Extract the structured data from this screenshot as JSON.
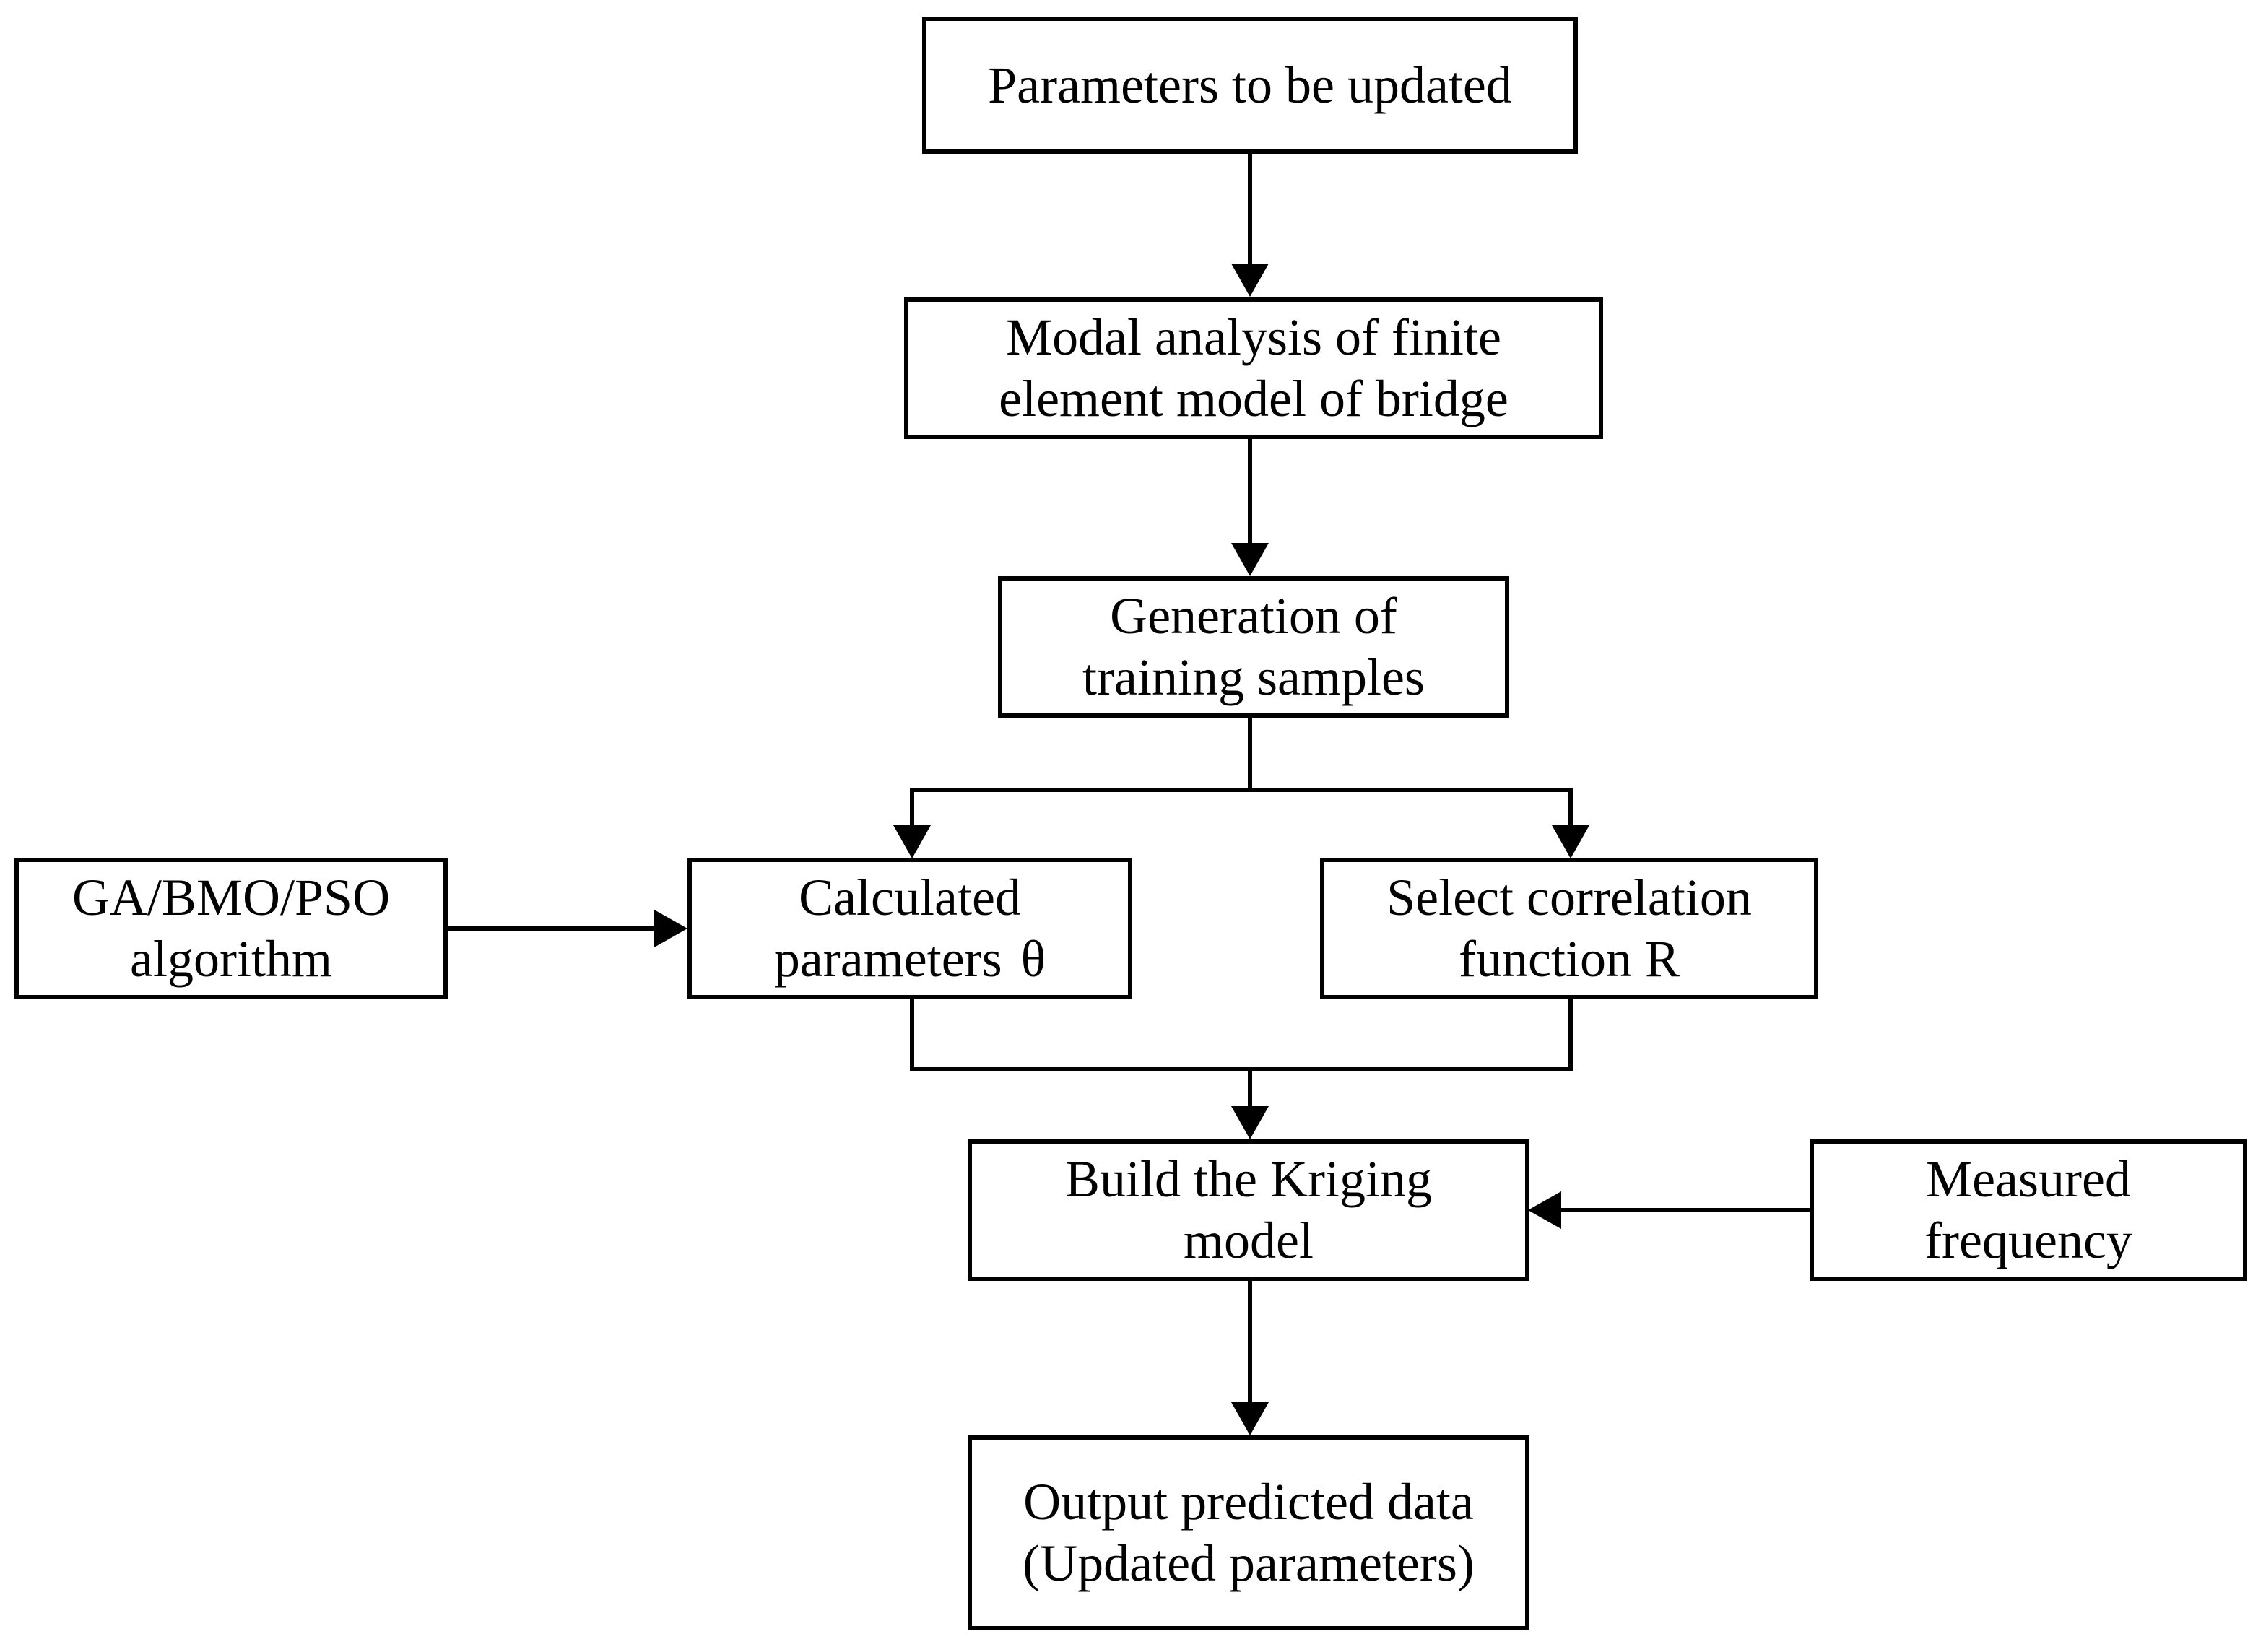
{
  "diagram": {
    "title": "Kriging model updating flowchart",
    "background_color": "#ffffff",
    "line_color": "#000000",
    "text_color": "#000000",
    "nodes": {
      "parameters": {
        "label": "Parameters to be updated"
      },
      "modal": {
        "label": "Modal analysis of finite\nelement model of bridge"
      },
      "generation": {
        "label": "Generation of\ntraining samples"
      },
      "algorithm": {
        "label": "GA/BMO/PSO\nalgorithm"
      },
      "calc_params": {
        "label": "Calculated\nparameters"
      },
      "calc_params_symbol": "θ",
      "correlation": {
        "label": "Select correlation\nfunction R"
      },
      "kriging": {
        "label": "Build the Kriging\nmodel"
      },
      "measured": {
        "label": "Measured\nfrequency"
      },
      "output": {
        "label": "Output predicted data\n(Updated parameters)"
      }
    },
    "edges": [
      {
        "name": "parameters-to-modal",
        "from": "parameters",
        "to": "modal",
        "direction": "down"
      },
      {
        "name": "modal-to-generation",
        "from": "modal",
        "to": "generation",
        "direction": "down"
      },
      {
        "name": "generation-to-calc-params",
        "from": "generation",
        "to": "calc_params",
        "direction": "down"
      },
      {
        "name": "generation-to-correlation",
        "from": "generation",
        "to": "correlation",
        "direction": "down"
      },
      {
        "name": "algorithm-to-calc-params",
        "from": "algorithm",
        "to": "calc_params",
        "direction": "right"
      },
      {
        "name": "calc-params-to-kriging",
        "from": "calc_params",
        "to": "kriging",
        "direction": "down"
      },
      {
        "name": "correlation-to-kriging",
        "from": "correlation",
        "to": "kriging",
        "direction": "down"
      },
      {
        "name": "measured-to-kriging",
        "from": "measured",
        "to": "kriging",
        "direction": "left"
      },
      {
        "name": "kriging-to-output",
        "from": "kriging",
        "to": "output",
        "direction": "down"
      }
    ]
  }
}
